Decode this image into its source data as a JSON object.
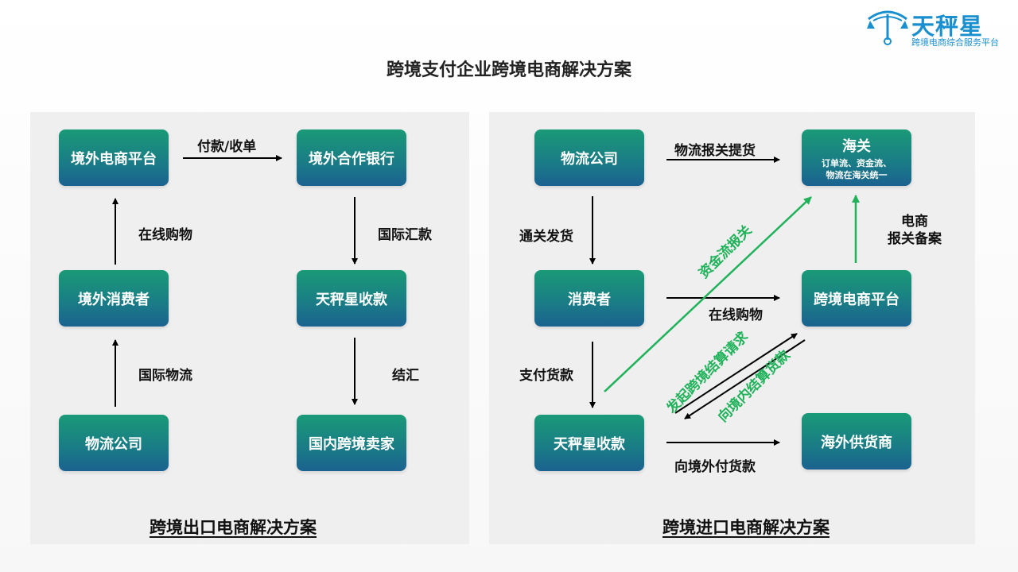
{
  "title": "跨境支付企业跨境电商解决方案",
  "logo": {
    "name": "天秤星",
    "subtitle": "跨境电商综合服务平台"
  },
  "colors": {
    "box_gradient_start": "#1a9a77",
    "box_gradient_end": "#1b6290",
    "green_flow": "#1fb25a",
    "panel_bg": "#efefef"
  },
  "export": {
    "caption": "跨境出口电商解决方案",
    "boxes": {
      "platform": "境外电商平台",
      "bank": "境外合作银行",
      "consumer": "境外消费者",
      "collect": "天秤星收款",
      "logistics": "物流公司",
      "seller": "国内跨境卖家"
    },
    "edges": {
      "payment": "付款/收单",
      "online_shopping": "在线购物",
      "intl_remit": "国际汇款",
      "intl_logistics": "国际物流",
      "settlement": "结汇"
    }
  },
  "import": {
    "caption": "跨境进口电商解决方案",
    "boxes": {
      "logistics": "物流公司",
      "customs": "海关",
      "customs_sub1": "订单流、资金流、",
      "customs_sub2": "物流在海关统一",
      "consumer": "消费者",
      "platform": "跨境电商平台",
      "collect": "天秤星收款",
      "supplier": "海外供货商"
    },
    "edges": {
      "logistics_customs": "物流报关提货",
      "clearance_delivery": "通关发货",
      "ecom_line1": "电商",
      "ecom_line2": "报关备案",
      "online_shopping": "在线购物",
      "pay_goods": "支付货款",
      "pay_overseas": "向境外付货款",
      "fund_customs": "资金流报关",
      "settle_request": "发起跨境结算请求",
      "domestic_settle": "向境内结算货款"
    }
  }
}
